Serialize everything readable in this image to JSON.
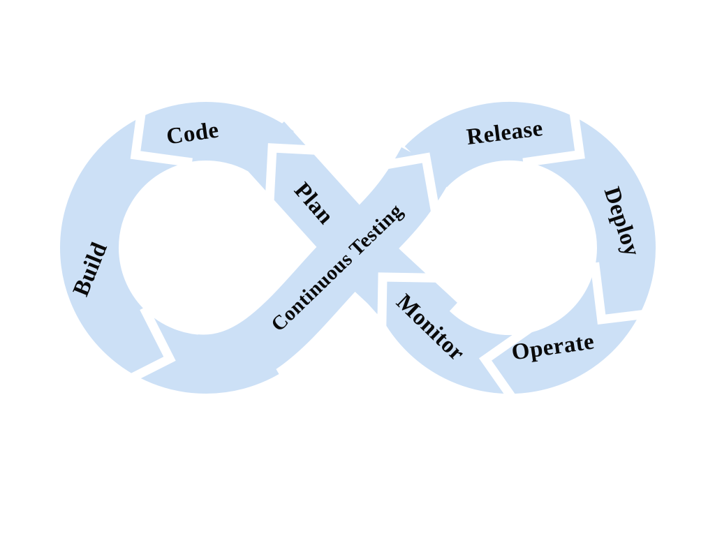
{
  "diagram": {
    "type": "infinity-loop",
    "stages": [
      {
        "label": "Plan"
      },
      {
        "label": "Code"
      },
      {
        "label": "Build"
      },
      {
        "label": "Continuous Testing"
      },
      {
        "label": "Release"
      },
      {
        "label": "Deploy"
      },
      {
        "label": "Operate"
      },
      {
        "label": "Monitor"
      }
    ],
    "colors": {
      "band": "#cce0f6",
      "separator": "#ffffff",
      "text": "#0a0a0a",
      "background": "#ffffff"
    }
  }
}
